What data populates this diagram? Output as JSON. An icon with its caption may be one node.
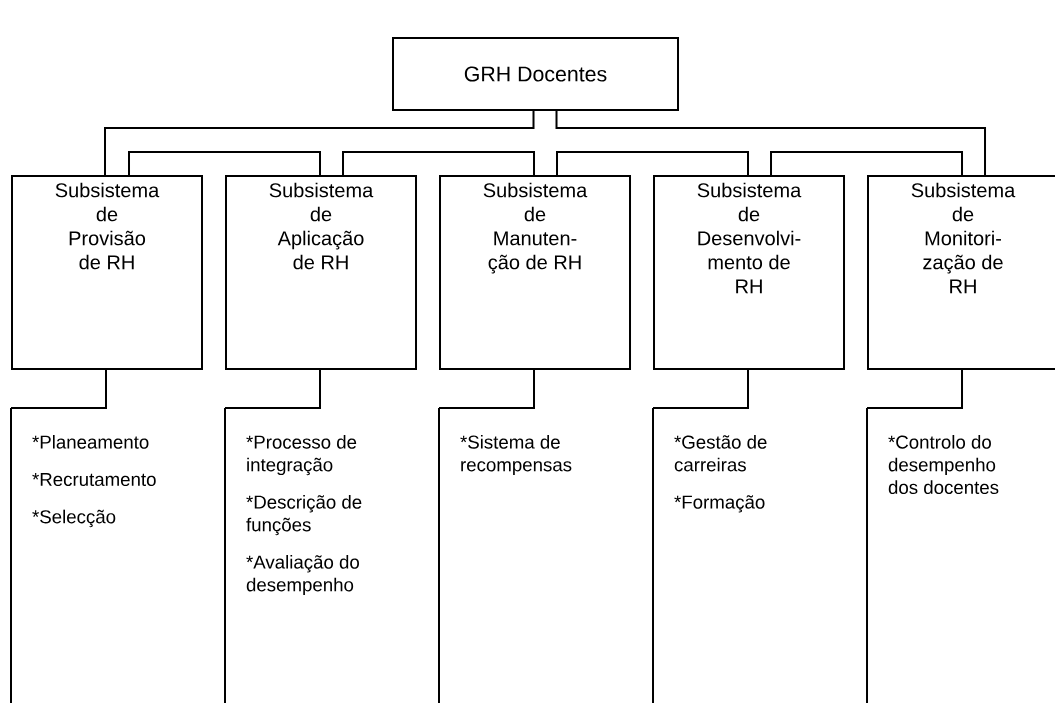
{
  "diagram": {
    "nodes": [
      {
        "text": [
          "GRH Docentes"
        ]
      },
      {
        "text": [
          "Subsistema de Provisão de RH"
        ]
      },
      {
        "text": [
          "Subsistema de Aplicação de RH"
        ]
      },
      {
        "text": [
          "Subsistema de Manuten- ção de RH"
        ]
      },
      {
        "text": [
          "Subsistema de Desenvolvi- mento de RH"
        ]
      },
      {
        "text": [
          "Subsistema de Monitori- zação de RH"
        ]
      },
      {
        "text": [
          "*Planeamento",
          "*Recrutamento",
          "*Selecção"
        ]
      },
      {
        "text": [
          "*Processo de integração",
          "*Descrição de funções",
          "*Avaliação do desempenho"
        ]
      },
      {
        "text": [
          "*Sistema de recompensas"
        ]
      },
      {
        "text": [
          "*Gestão de carreiras",
          "*Formação"
        ]
      },
      {
        "text": [
          "*Controlo do desempenho dos docentes"
        ]
      }
    ],
    "edges": [
      {
        "from": 0,
        "to": 1,
        "arrow": "none"
      },
      {
        "from": 0,
        "to": 5,
        "arrow": "none"
      },
      {
        "from": 1,
        "to": 2,
        "arrow": "none"
      },
      {
        "from": 2,
        "to": 3,
        "arrow": "none"
      },
      {
        "from": 3,
        "to": 4,
        "arrow": "none"
      },
      {
        "from": 4,
        "to": 5,
        "arrow": "none"
      },
      {
        "from": 1,
        "to": 6,
        "arrow": "none"
      },
      {
        "from": 2,
        "to": 7,
        "arrow": "none"
      },
      {
        "from": 3,
        "to": 8,
        "arrow": "none"
      },
      {
        "from": 4,
        "to": 9,
        "arrow": "none"
      },
      {
        "from": 5,
        "to": 10,
        "arrow": "none"
      }
    ]
  }
}
